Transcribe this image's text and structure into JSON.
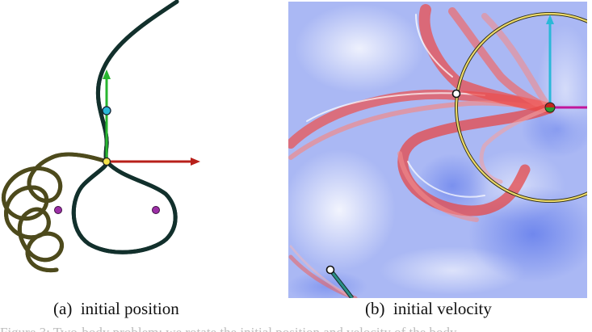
{
  "figure": {
    "subfigures": [
      {
        "label": "(a)",
        "caption": "initial position"
      },
      {
        "label": "(b)",
        "caption": "initial velocity"
      }
    ],
    "cut_off_text": "Figure 3: Two-body problem: we rotate the initial position and velocity of the body",
    "colors": {
      "curve_teal": "#2a8f86",
      "curve_yellow": "#e7e05c",
      "axis_red": "#b8201a",
      "axis_green": "#28b62f",
      "axis_cyan": "#2ab8d8",
      "axis_magenta": "#c2169b",
      "mass_purple": "#9c2fa6",
      "field_blue": "#3f5fe8",
      "field_red": "#e0383a"
    }
  }
}
